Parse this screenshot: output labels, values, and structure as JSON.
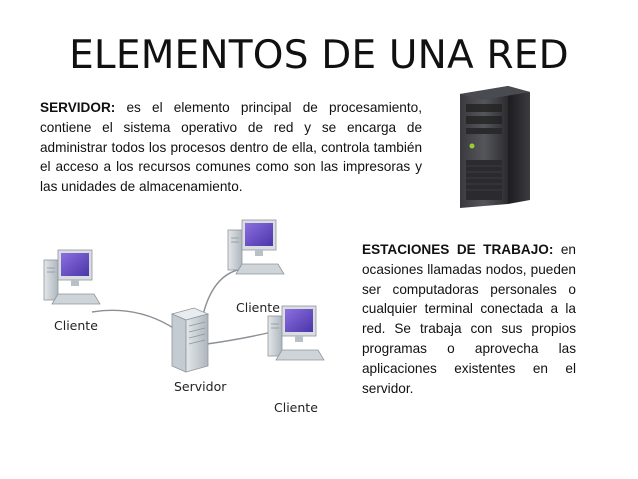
{
  "title": "ELEMENTOS DE UNA RED",
  "servidor": {
    "label": "SERVIDOR:",
    "text": " es el elemento principal de procesamiento, contiene el sistema operativo de red y se encarga de administrar todos los procesos dentro de ella, controla también el acceso a los recursos comunes como son las impresoras y las unidades de almacenamiento."
  },
  "estaciones": {
    "label": "ESTACIONES DE TRABAJO:",
    "text": " en ocasiones llamadas nodos, pueden ser computadoras personales o cualquier terminal conectada a la red. Se trabaja con sus propios programas o aprovecha las aplicaciones existentes en el servidor."
  },
  "diagram": {
    "client_label": "Cliente",
    "server_label": "Servidor"
  },
  "colors": {
    "screen": "#6a4fc4",
    "tower": "#c9d0d6",
    "line": "#8a9096"
  },
  "icons": {
    "server_photo": "server-tower-icon",
    "workstation": "workstation-icon",
    "network_server": "network-server-icon"
  }
}
